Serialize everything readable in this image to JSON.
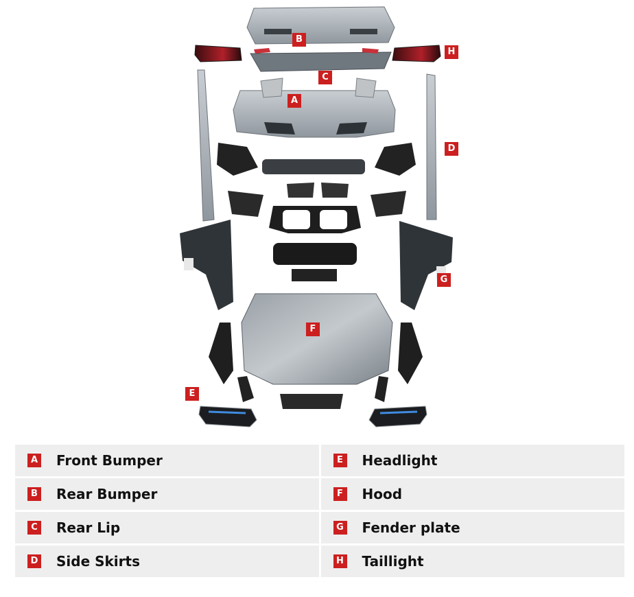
{
  "callouts": [
    "A",
    "B",
    "C",
    "D",
    "E",
    "F",
    "G",
    "H"
  ],
  "legend": {
    "left": [
      {
        "letter": "A",
        "label": "Front Bumper"
      },
      {
        "letter": "B",
        "label": "Rear Bumper"
      },
      {
        "letter": "C",
        "label": "Rear Lip"
      },
      {
        "letter": "D",
        "label": "Side Skirts"
      }
    ],
    "right": [
      {
        "letter": "E",
        "label": "Headlight"
      },
      {
        "letter": "F",
        "label": "Hood"
      },
      {
        "letter": "G",
        "label": "Fender plate"
      },
      {
        "letter": "H",
        "label": "Taillight"
      }
    ]
  },
  "colors": {
    "badge": "#cc1f1f",
    "row_bg": "#eeeeee"
  }
}
